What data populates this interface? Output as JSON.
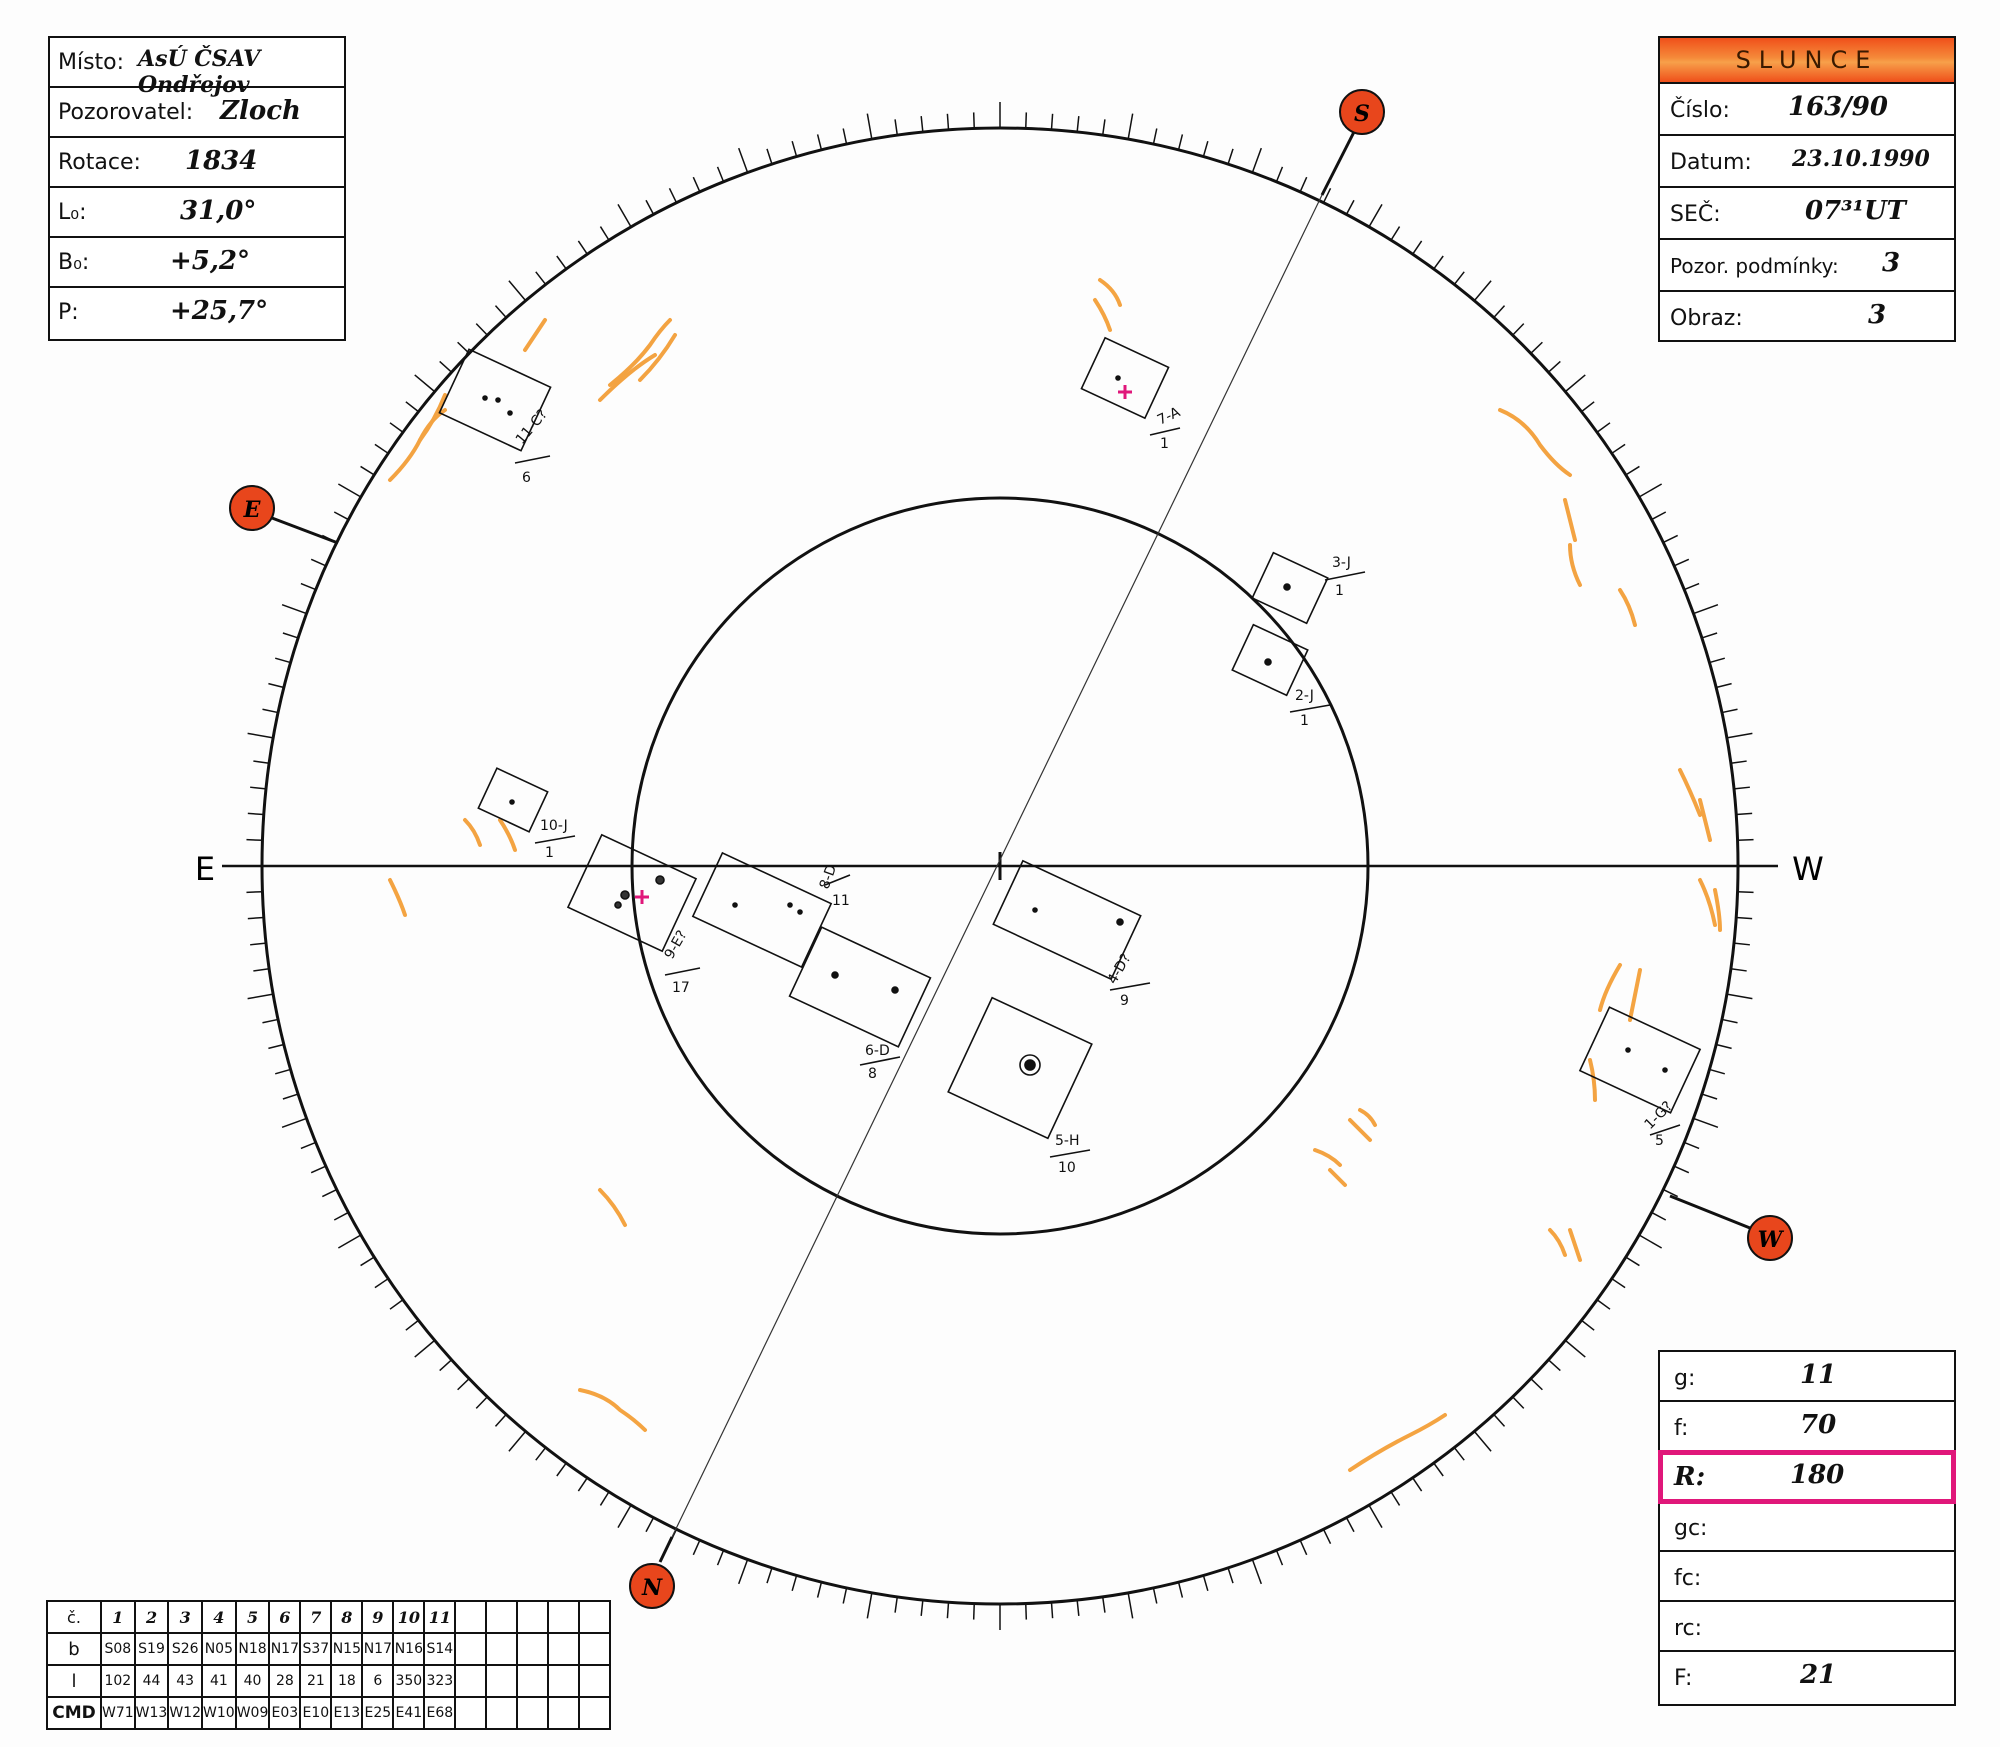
{
  "info": {
    "misto_label": "Místo:",
    "misto_value": "AsÚ ČSAV Ondřejov",
    "pozorovatel_label": "Pozorovatel:",
    "pozorovatel_value": "Zloch",
    "rotace_label": "Rotace:",
    "rotace_value": "1834",
    "l0_label": "L₀:",
    "l0_value": "31,0°",
    "b0_label": "B₀:",
    "b0_value": "+5,2°",
    "p_label": "P:",
    "p_value": "+25,7°"
  },
  "slunce": {
    "title": "SLUNCE",
    "cislo_label": "Číslo:",
    "cislo_value": "163/90",
    "datum_label": "Datum:",
    "datum_value": "23.10.1990",
    "sec_label": "SEČ:",
    "sec_value": "07³¹UT",
    "pozor_label": "Pozor. podmínky:",
    "pozor_value": "3",
    "obraz_label": "Obraz:",
    "obraz_value": "3"
  },
  "counts": {
    "g_label": "g:",
    "g_value": "11",
    "f_label": "f:",
    "f_value": "70",
    "r_label": "R:",
    "r_value": "180",
    "gc_label": "gc:",
    "fc_label": "fc:",
    "rc_label": "rc:",
    "F_label": "F:",
    "F_value": "21"
  },
  "compass": {
    "E": "E",
    "W": "W",
    "s_marker": "S",
    "e_marker": "E",
    "w_marker": "W",
    "n_marker": "N"
  },
  "groups": {
    "header_c": "č.",
    "header_b": "b",
    "header_l": "l",
    "header_cmd": "CMD",
    "numbers": [
      "1",
      "2",
      "3",
      "4",
      "5",
      "6",
      "7",
      "8",
      "9",
      "10",
      "11"
    ],
    "b": [
      "S08",
      "S19",
      "S26",
      "N05",
      "N18",
      "N17",
      "S37",
      "N15",
      "N17",
      "N16",
      "S14"
    ],
    "l": [
      "102",
      "44",
      "43",
      "41",
      "40",
      "28",
      "21",
      "18",
      "6",
      "350",
      "323"
    ],
    "cmd": [
      "W71",
      "W13",
      "W12",
      "W10",
      "W09",
      "E03",
      "E10",
      "E13",
      "E25",
      "E41",
      "E68"
    ]
  },
  "spot_labels": [
    {
      "id": "7-A",
      "count": "1"
    },
    {
      "id": "11-C?",
      "count": "6"
    },
    {
      "id": "3-J",
      "count": "1"
    },
    {
      "id": "2-J",
      "count": "1"
    },
    {
      "id": "10-J",
      "count": "1"
    },
    {
      "id": "9-E?",
      "count": "17"
    },
    {
      "id": "8-D",
      "count": "11"
    },
    {
      "id": "6-D",
      "count": "8"
    },
    {
      "id": "4-D?",
      "count": "9"
    },
    {
      "id": "5-H",
      "count": "10"
    },
    {
      "id": "1-G?",
      "count": "5"
    }
  ],
  "colors": {
    "facula": "#f39a2e",
    "marker": "#e8461c",
    "highlight": "#e0177a",
    "plus": "#e0177a"
  }
}
